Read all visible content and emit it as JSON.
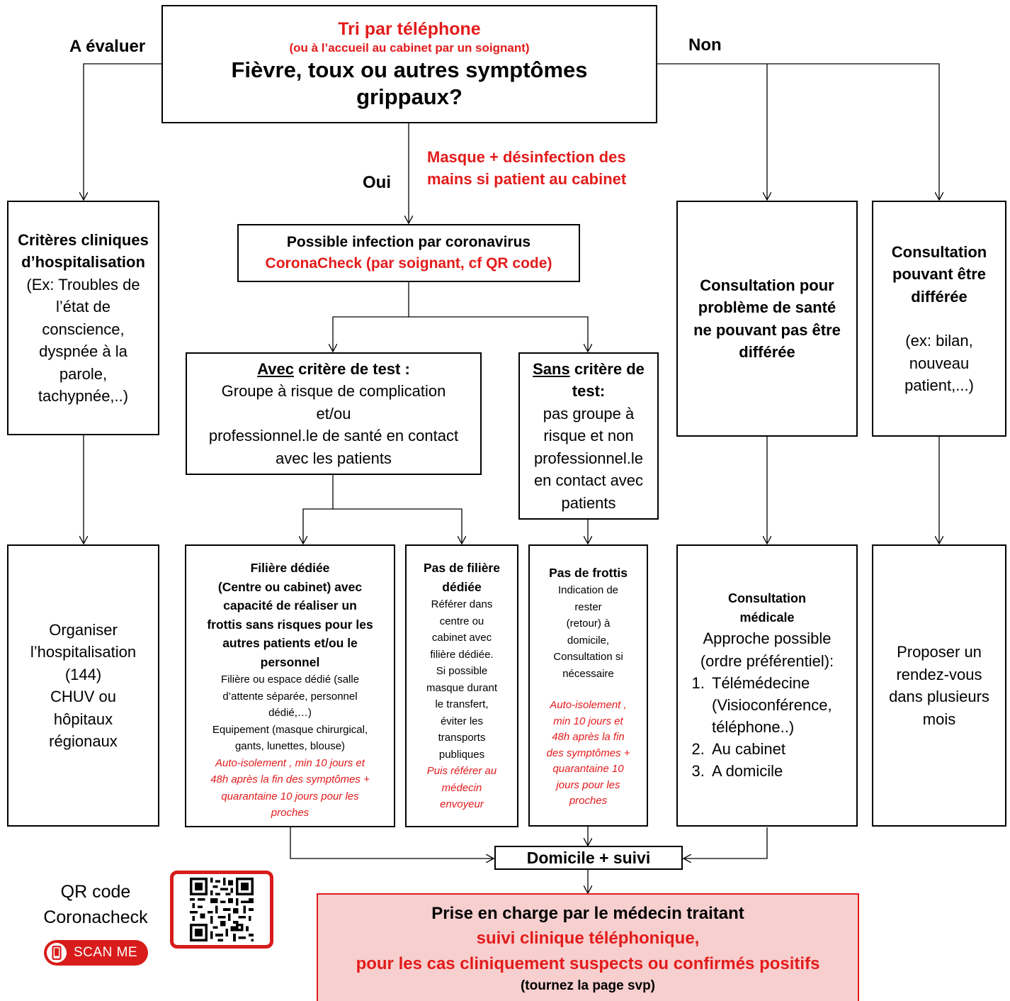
{
  "colors": {
    "accent_red": "#e31b1b",
    "footer_bg": "#f7cfcf",
    "footer_border": "#e31b1b"
  },
  "top": {
    "line1": "Tri par téléphone",
    "line2": "(ou à l’accueil au cabinet par un soignant)",
    "line3": "Fièvre, toux ou autres symptômes",
    "line4": "grippaux?"
  },
  "labels": {
    "a_evaluer": "A évaluer",
    "non": "Non",
    "oui": "Oui"
  },
  "masque": {
    "line1": "Masque + désinfection des",
    "line2": "mains si patient au cabinet"
  },
  "criteres": {
    "title1": "Critères cliniques",
    "title2": "d’hospitalisation",
    "body": [
      "(Ex: Troubles de",
      "l’état de",
      "conscience,",
      "dyspnée à la",
      "parole,",
      "tachypnée,..)"
    ]
  },
  "possible": {
    "line1": "Possible infection par coronavirus",
    "line2": "CoronaCheck  (par soignant, cf QR code)"
  },
  "avec": {
    "title_u": "Avec",
    "title_rest": " critère de test :",
    "body": [
      "Groupe à risque de complication",
      "et/ou",
      "professionnel.le de santé en contact",
      "avec les  patients"
    ]
  },
  "sans": {
    "title_u": "Sans",
    "title_rest": " critère de",
    "title2": "test:",
    "body": [
      "pas groupe à",
      "risque  et non",
      "professionnel.le",
      "en contact avec",
      "patients"
    ]
  },
  "consult_np": {
    "lines": [
      "Consultation pour",
      "problème de santé",
      "ne pouvant pas être",
      "différée"
    ]
  },
  "consult_diff": {
    "title": [
      "Consultation",
      "pouvant être",
      "différée"
    ],
    "body": [
      "(ex: bilan,",
      "nouveau",
      "patient,...)"
    ]
  },
  "organiser": {
    "lines": [
      "Organiser",
      "l’hospitalisation",
      "(144)",
      "CHUV ou",
      "hôpitaux",
      "régionaux"
    ]
  },
  "filiere": {
    "title": [
      "Filière dédiée",
      "(Centre ou cabinet) avec",
      "capacité de réaliser un",
      "frottis sans risques pour les",
      "autres patients et/ou le",
      "personnel"
    ],
    "body": [
      "Filière ou  espace dédié (salle",
      "d’attente séparée, personnel",
      "dédié,…)",
      "Equipement (masque chirurgical,",
      "gants, lunettes, blouse)"
    ],
    "red": [
      "Auto-isolement , min 10 jours et",
      "48h après  la fin des symptômes +",
      "quarantaine 10 jours pour les",
      "proches"
    ]
  },
  "pasfiliere": {
    "title": [
      "Pas de filière",
      "dédiée"
    ],
    "body": [
      "Référer dans",
      "centre ou",
      "cabinet avec",
      "filière dédiée.",
      "Si possible",
      "masque durant",
      "le transfert,",
      "éviter les",
      "transports",
      "publiques"
    ],
    "red": [
      "Puis référer au",
      "médecin",
      "envoyeur"
    ]
  },
  "pasfrottis": {
    "title": "Pas de frottis",
    "body": [
      "Indication de",
      "rester",
      "(retour) à",
      "domicile,",
      "Consultation si",
      "nécessaire"
    ],
    "red": [
      "Auto-isolement ,",
      "min 10 jours et",
      "48h après  la fin",
      "des symptômes +",
      "quarantaine 10",
      "jours  pour les",
      "proches"
    ]
  },
  "consult_med": {
    "title": [
      "Consultation",
      "médicale"
    ],
    "intro": [
      "Approche possible",
      "(ordre préférentiel):"
    ],
    "steps": [
      "Télémédecine (Visioconférence, téléphone..)",
      "Au cabinet",
      "A domicile"
    ]
  },
  "proposer": {
    "lines": [
      "Proposer un",
      "rendez-vous",
      "dans plusieurs",
      "mois"
    ]
  },
  "domicile": {
    "label": "Domicile + suivi"
  },
  "footer": {
    "line1": "Prise en charge par le médecin traitant",
    "line2": "suivi clinique téléphonique,",
    "line3": "pour les cas cliniquement suspects ou confirmés positifs",
    "line4": "(tournez  la page svp)"
  },
  "qr": {
    "caption1": "QR code",
    "caption2": "Coronacheck",
    "scan": "SCAN ME"
  }
}
